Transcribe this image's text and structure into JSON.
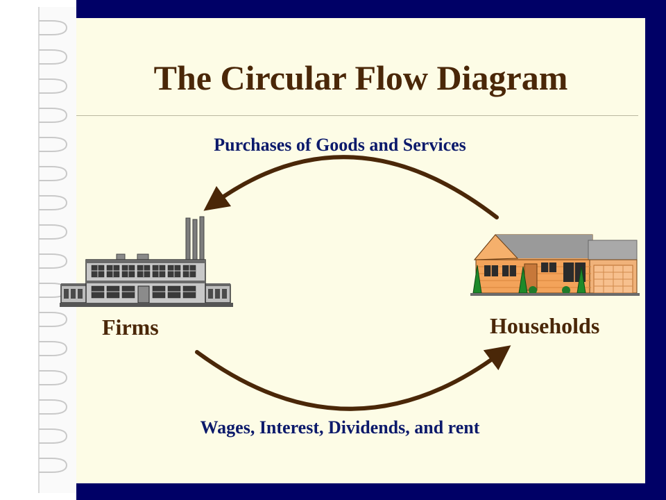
{
  "slide": {
    "title": "The Circular Flow Diagram"
  },
  "flows": {
    "top": {
      "label": "Purchases of Goods and Services",
      "from": "Households",
      "to": "Firms"
    },
    "bottom": {
      "label": "Wages, Interest, Dividends, and rent",
      "from": "Firms",
      "to": "Households"
    }
  },
  "nodes": {
    "firms": {
      "label": "Firms",
      "icon": "factory-icon"
    },
    "households": {
      "label": "Households",
      "icon": "house-icon"
    }
  },
  "colors": {
    "frame": "#000066",
    "background": "#fdfce6",
    "title": "#4a2708",
    "flow_label": "#0c1a6b",
    "arrow": "#4a2708"
  }
}
